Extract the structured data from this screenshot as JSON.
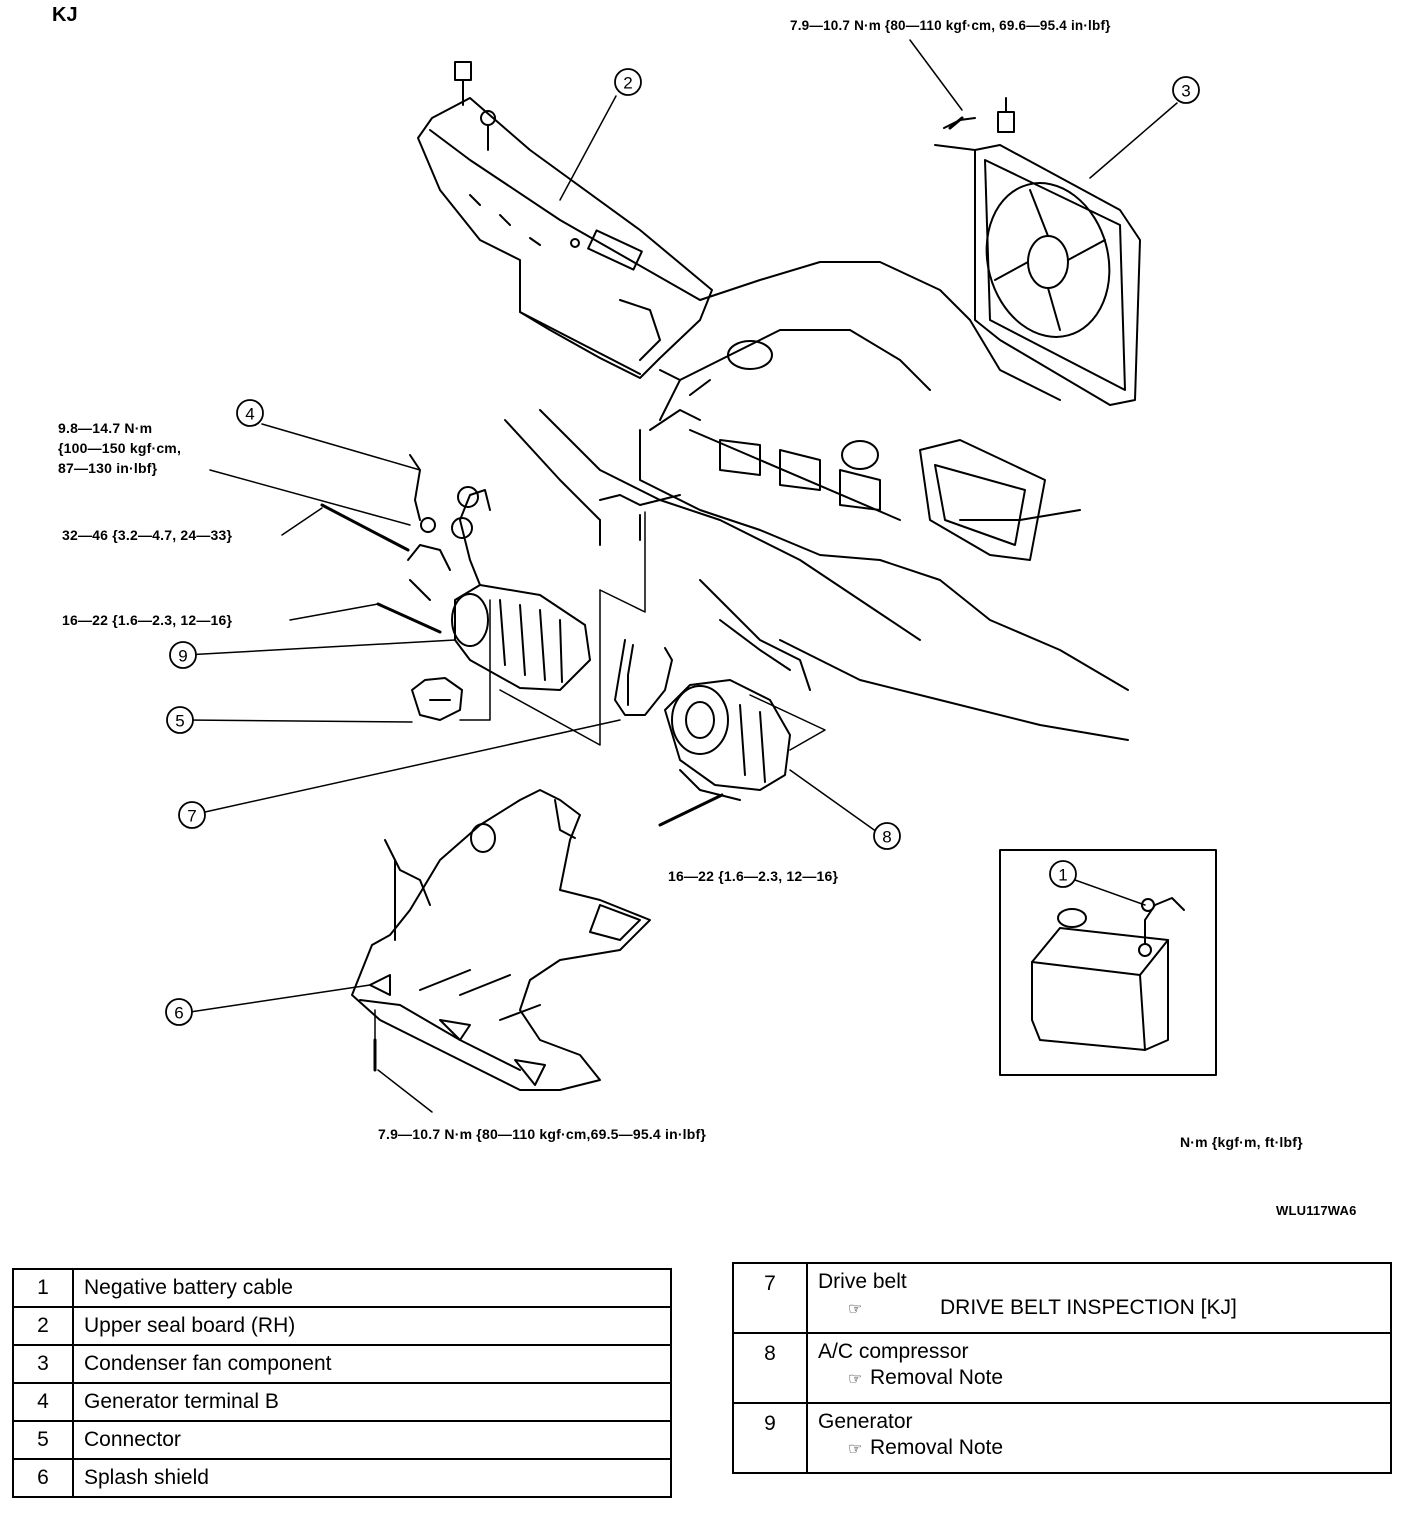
{
  "header": {
    "code": "KJ",
    "image_id": "WLU117WA6",
    "units_note": "N·m {kgf·m, ft·lbf}"
  },
  "torque_labels": {
    "t_top": "7.9—10.7 N·m {80—110 kgf·cm, 69.6—95.4 in·lbf}",
    "t_terminal_line1": "9.8—14.7 N·m",
    "t_terminal_line2": "{100—150 kgf·cm,",
    "t_terminal_line3": "87—130 in·lbf}",
    "t_gen_upper": "32—46 {3.2—4.7, 24—33}",
    "t_gen_lower": "16—22 {1.6—2.3, 12—16}",
    "t_compressor": "16—22 {1.6—2.3, 12—16}",
    "t_splash": "7.9—10.7 N·m {80—110 kgf·cm,69.5—95.4 in·lbf}"
  },
  "callouts": [
    "1",
    "2",
    "3",
    "4",
    "5",
    "6",
    "7",
    "8",
    "9"
  ],
  "legend_left": [
    {
      "num": "1",
      "text": "Negative battery cable"
    },
    {
      "num": "2",
      "text": "Upper seal board (RH)"
    },
    {
      "num": "3",
      "text": "Condenser fan component"
    },
    {
      "num": "4",
      "text": "Generator terminal B"
    },
    {
      "num": "5",
      "text": "Connector"
    },
    {
      "num": "6",
      "text": "Splash shield"
    }
  ],
  "legend_right": [
    {
      "num": "7",
      "text": "Drive belt",
      "ref": "DRIVE BELT INSPECTION [KJ]"
    },
    {
      "num": "8",
      "text": "A/C compressor",
      "ref": "Removal Note"
    },
    {
      "num": "9",
      "text": "Generator",
      "ref": "Removal Note"
    }
  ],
  "colors": {
    "ink": "#000000",
    "paper": "#ffffff"
  }
}
